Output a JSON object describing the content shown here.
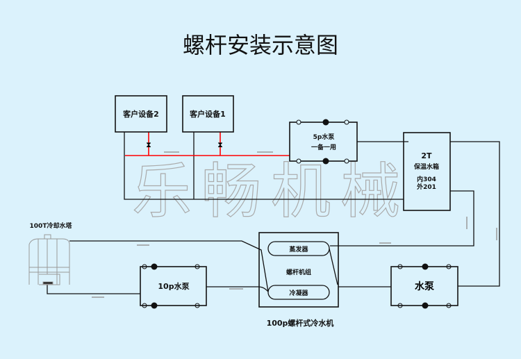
{
  "title": "螺杆安装示意图",
  "watermark": "乐畅机械",
  "equipment": {
    "client2": "客户设备2",
    "client1": "客户设备1",
    "pump5p_line1": "5p水泵",
    "pump5p_line2": "一备一用",
    "tank_line1": "2T",
    "tank_line2": "保温水箱",
    "tank_line3": "内304",
    "tank_line4": "外201",
    "tower": "100T冷却水塔",
    "pump10p": "10p水泵",
    "evaporator": "蒸发器",
    "unit": "螺杆机组",
    "condenser": "冷凝器",
    "chiller": "100p螺杆式冷水机",
    "pump": "水泵"
  },
  "colors": {
    "background": "#dbf2fc",
    "supply_line": "#ff0000"
  }
}
